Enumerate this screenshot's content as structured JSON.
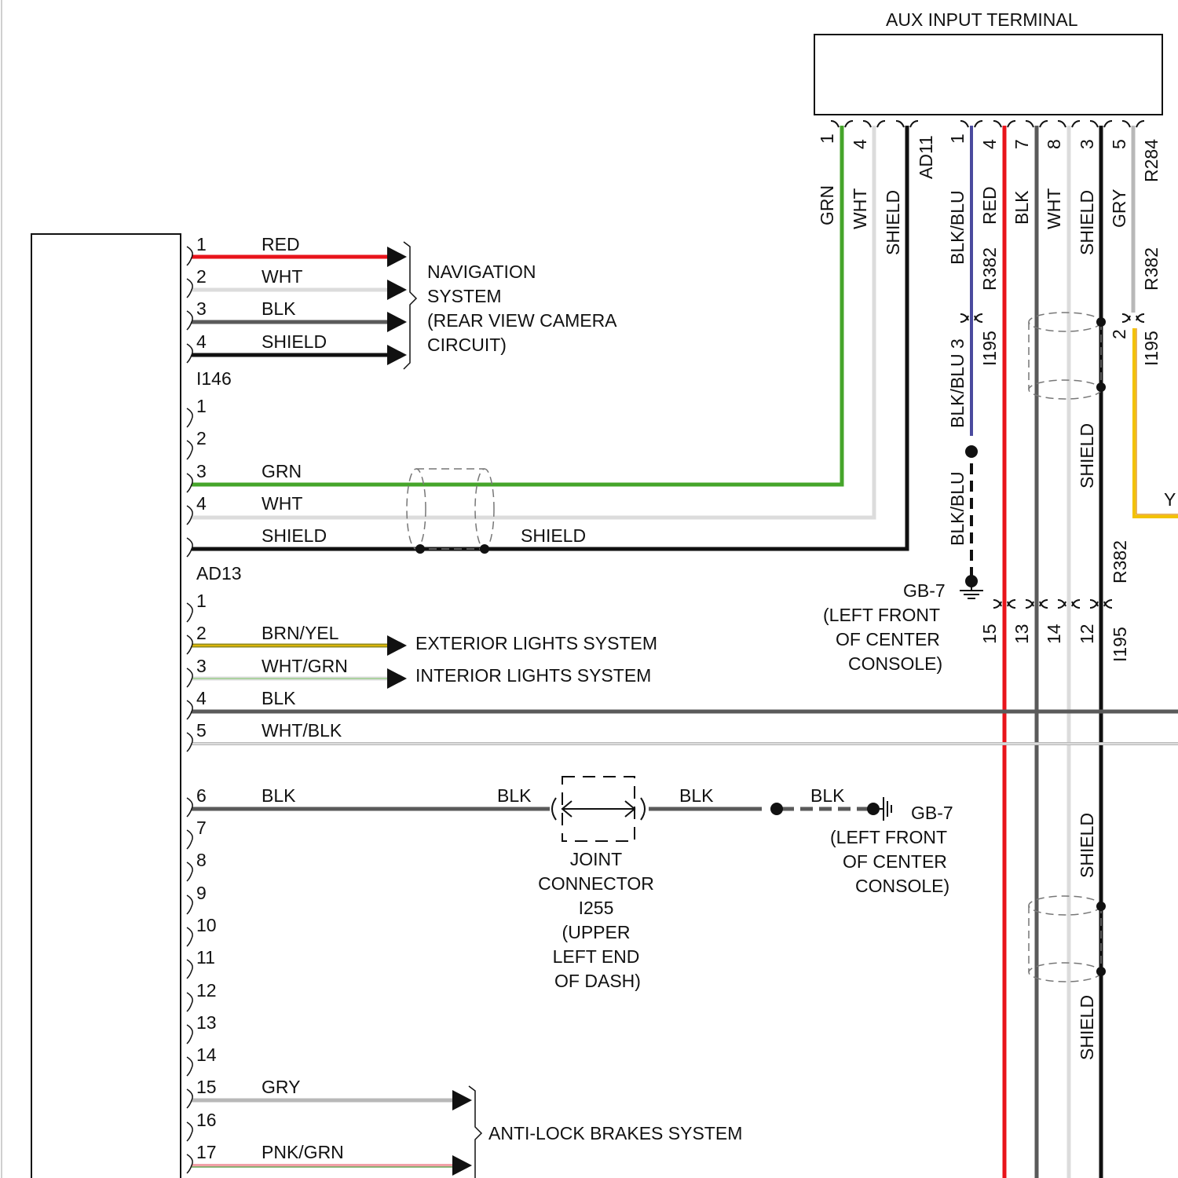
{
  "colors": {
    "red": "#e8141b",
    "green": "#45a52a",
    "white": "#dcdcdc",
    "gray": "#b8b8b8",
    "black": "#111111",
    "darkgray": "#5a5a5a",
    "blue": "#4a4a9e",
    "yellow": "#f3c200",
    "orange": "#e39b1e",
    "pink": "#f2a0a8",
    "olive": "#8f8a1e"
  },
  "aux_terminal": {
    "title": "AUX INPUT TERMINAL",
    "ad11": "AD11",
    "r284": "R284",
    "pins": {
      "left": [
        "1",
        "4"
      ],
      "right": [
        "1",
        "4",
        "7",
        "8",
        "3",
        "5"
      ]
    },
    "wires": {
      "left": [
        "GRN",
        "WHT",
        "SHIELD"
      ],
      "right": [
        "BLK/BLU",
        "RED",
        "BLK",
        "WHT",
        "SHIELD",
        "GRY"
      ]
    },
    "r382_a": "R382",
    "r382_b": "R382",
    "r382_c": "R382",
    "i195_a": "I195",
    "i195_b": "I195",
    "i195_c": "I195",
    "blkblu_3": "BLK/BLU 3",
    "blkblu_dash": "BLK/BLU",
    "pin_2": "2",
    "shield_mid": "SHIELD",
    "shield_low1": "SHIELD",
    "shield_low2": "SHIELD",
    "y_cut": "Y",
    "bottom_pins": [
      "15",
      "13",
      "14",
      "12"
    ]
  },
  "ground_upper": {
    "id": "GB-7",
    "lines": [
      "(LEFT FRONT",
      "OF CENTER",
      "CONSOLE)"
    ]
  },
  "i146": {
    "id": "I146",
    "pins": [
      "1",
      "2",
      "3",
      "4"
    ],
    "wires": [
      "RED",
      "WHT",
      "BLK",
      "SHIELD"
    ],
    "dest": [
      "NAVIGATION",
      "SYSTEM",
      "(REAR VIEW CAMERA",
      "CIRCUIT)"
    ]
  },
  "ad13": {
    "id": "AD13",
    "pins": [
      "1",
      "2",
      "3",
      "4"
    ],
    "wires": [
      "GRN",
      "WHT",
      "SHIELD"
    ],
    "shield_right": "SHIELD"
  },
  "lower": {
    "pins": [
      "1",
      "2",
      "3",
      "4",
      "5",
      "6",
      "7",
      "8",
      "9",
      "10",
      "11",
      "12",
      "13",
      "14",
      "15",
      "16",
      "17"
    ],
    "wires": {
      "p2": "BRN/YEL",
      "p3": "WHT/GRN",
      "p4": "BLK",
      "p5": "WHT/BLK",
      "p6": "BLK",
      "p15": "GRY",
      "p17": "PNK/GRN"
    },
    "exterior": "EXTERIOR LIGHTS SYSTEM",
    "interior": "INTERIOR LIGHTS SYSTEM",
    "abs": "ANTI-LOCK BRAKES SYSTEM",
    "blk_a": "BLK",
    "blk_b": "BLK",
    "blk_c": "BLK",
    "joint": [
      "JOINT",
      "CONNECTOR",
      "I255",
      "(UPPER",
      "LEFT END",
      "OF DASH)"
    ],
    "ground": {
      "id": "GB-7",
      "lines": [
        "(LEFT FRONT",
        "OF CENTER",
        "CONSOLE)"
      ]
    }
  }
}
